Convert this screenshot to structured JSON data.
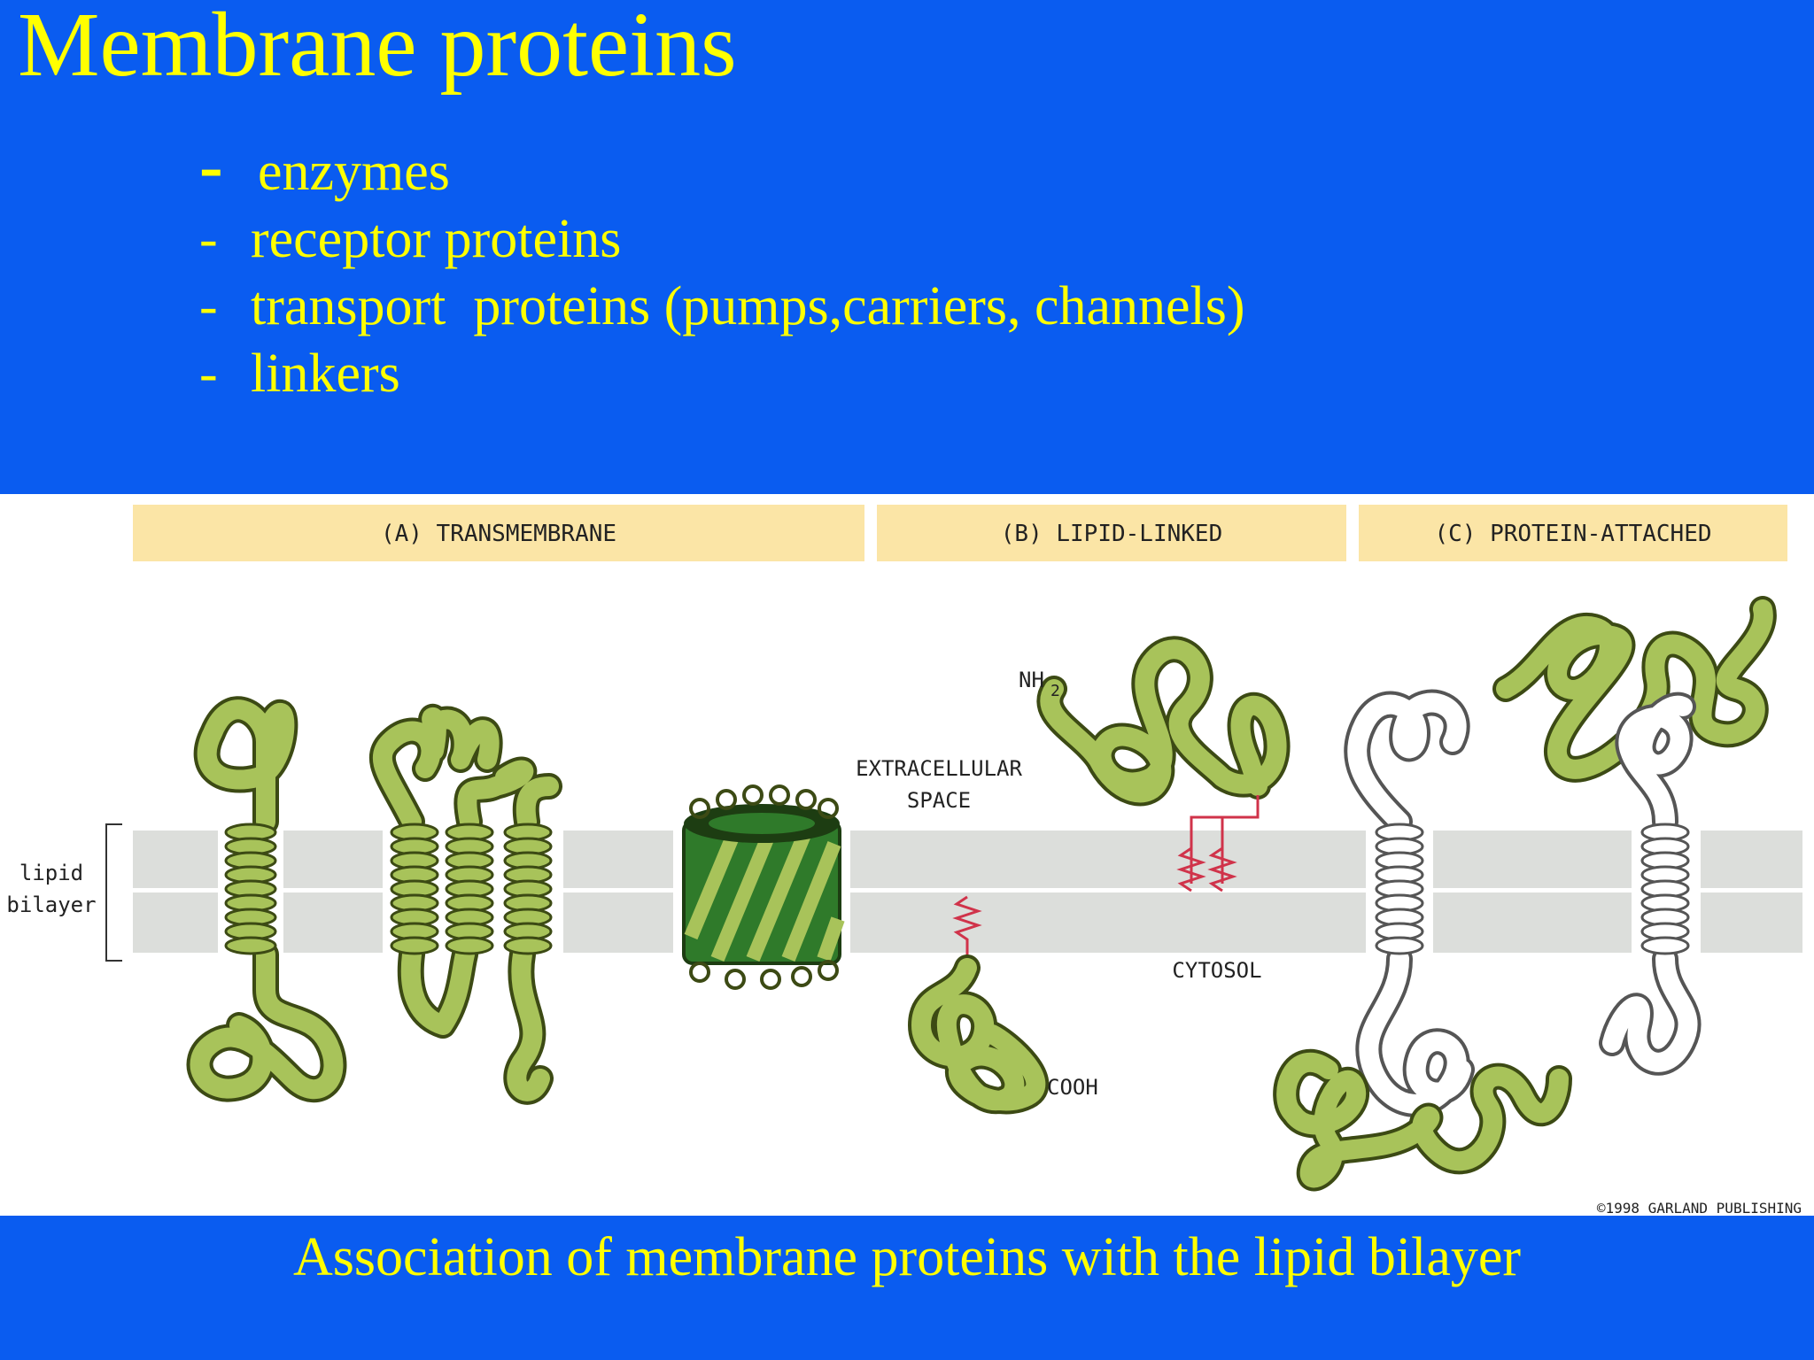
{
  "slide": {
    "title": "Membrane proteins",
    "bullets": [
      {
        "dash": "-",
        "text": "enzymes"
      },
      {
        "dash": "-",
        "text": "receptor proteins"
      },
      {
        "dash": "-",
        "text": "transport  proteins (pumps,carriers, channels)"
      },
      {
        "dash": "-",
        "text": "linkers"
      }
    ],
    "caption": "Association of membrane proteins with the lipid bilayer"
  },
  "figure": {
    "panels": {
      "a": "(A) TRANSMEMBRANE",
      "b": "(B) LIPID-LINKED",
      "c": "(C) PROTEIN-ATTACHED"
    },
    "labels": {
      "lipid_bilayer_1": "lipid",
      "lipid_bilayer_2": "bilayer",
      "extracellular_1": "EXTRACELLULAR",
      "extracellular_2": "SPACE",
      "cytosol": "CYTOSOL",
      "nh2": "NH",
      "nh2_sub": "2",
      "cooh": "COOH",
      "copyright": "©1998 GARLAND PUBLISHING"
    },
    "colors": {
      "protein_green": "#a8c35a",
      "protein_outline": "#3c4a14",
      "membrane_gray": "#dcdedb",
      "panel_header": "#fbe5a6",
      "lipid_anchor_red": "#d0334a"
    }
  }
}
